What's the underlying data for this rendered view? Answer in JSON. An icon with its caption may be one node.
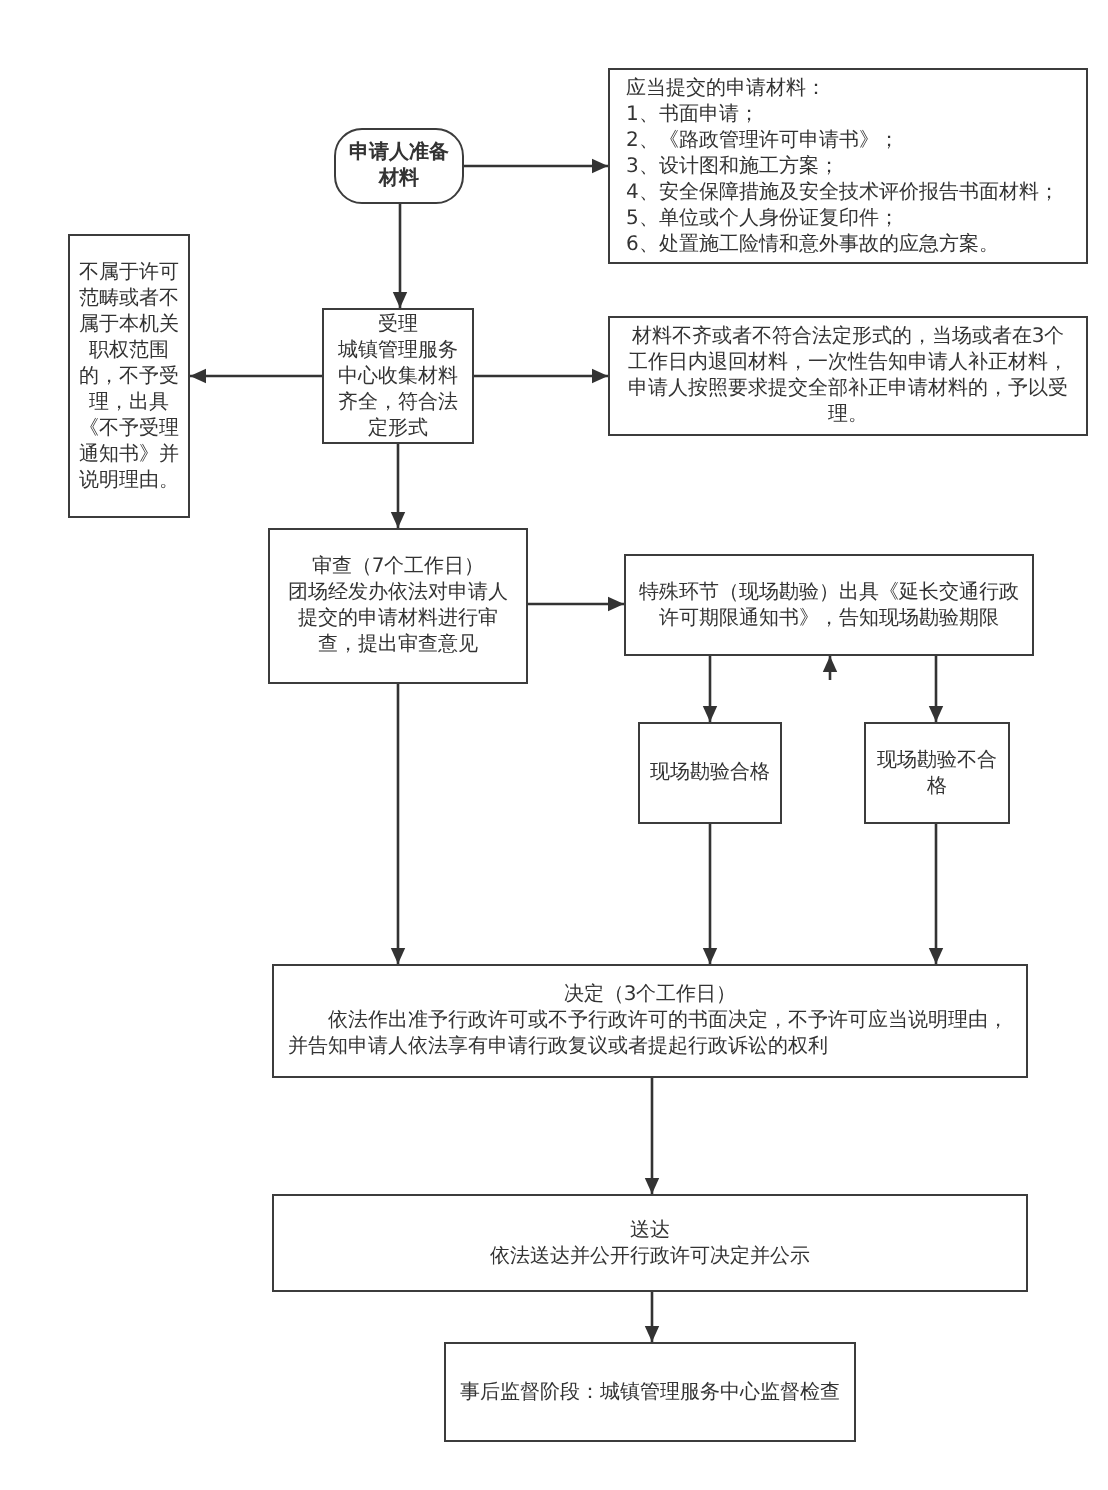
{
  "diagram": {
    "nodes": [
      {
        "text": [
          "申请人准备材料"
        ]
      },
      {
        "text": [
          "应当提交的申请材料：",
          "1、书面申请；",
          "2、《路政管理许可申请书》；",
          "3、设计图和施工方案；",
          "4、安全保障措施及安全技术评价报告书面材料；",
          "5、单位或个人身份证复印件；",
          "6、处置施工险情和意外事故的应急方案。"
        ]
      },
      {
        "text": [
          "受理",
          "城镇管理服务中心收集材料齐全，符合法定形式"
        ]
      },
      {
        "text": [
          "不属于许可范畴或者不属于本机关职权范围的，不予受理，出具《不予受理通知书》并说明理由。"
        ]
      },
      {
        "text": [
          "材料不齐或者不符合法定形式的，当场或者在3个工作日内退回材料，一次性告知申请人补正材料，申请人按照要求提交全部补正申请材料的，予以受理。"
        ]
      },
      {
        "text": [
          "审查（7个工作日）",
          "团场经发办依法对申请人提交的申请材料进行审查，提出审查意见"
        ]
      },
      {
        "text": [
          "特殊环节（现场勘验）出具《延长交通行政许可期限通知书》，告知现场勘验期限"
        ]
      },
      {
        "text": [
          "现场勘验合格"
        ]
      },
      {
        "text": [
          "现场勘验不合格"
        ]
      },
      {
        "text": [
          "决定（3个工作日）",
          "依法作出准予行政许可或不予行政许可的书面决定，不予许可应当说明理由，并告知申请人依法享有申请行政复议或者提起行政诉讼的权利"
        ]
      },
      {
        "text": [
          "送达",
          "依法送达并公开行政许可决定并公示"
        ]
      },
      {
        "text": [
          "事后监督阶段：城镇管理服务中心监督检查"
        ]
      }
    ],
    "edges": [
      {
        "from": 0,
        "to": 1,
        "arrow": "to"
      },
      {
        "from": 0,
        "to": 2,
        "arrow": "to"
      },
      {
        "from": 2,
        "to": 3,
        "arrow": "to"
      },
      {
        "from": 2,
        "to": 4,
        "arrow": "to"
      },
      {
        "from": 2,
        "to": 5,
        "arrow": "to"
      },
      {
        "from": 5,
        "to": 6,
        "arrow": "to"
      },
      {
        "from": null,
        "to": 6,
        "arrow": "to"
      },
      {
        "from": 6,
        "to": 7,
        "arrow": "to"
      },
      {
        "from": 6,
        "to": 8,
        "arrow": "to"
      },
      {
        "from": 5,
        "to": 9,
        "arrow": "to"
      },
      {
        "from": 7,
        "to": 9,
        "arrow": "to"
      },
      {
        "from": 8,
        "to": 9,
        "arrow": "to"
      },
      {
        "from": 9,
        "to": 10,
        "arrow": "to"
      },
      {
        "from": 10,
        "to": 11,
        "arrow": "to"
      }
    ]
  }
}
